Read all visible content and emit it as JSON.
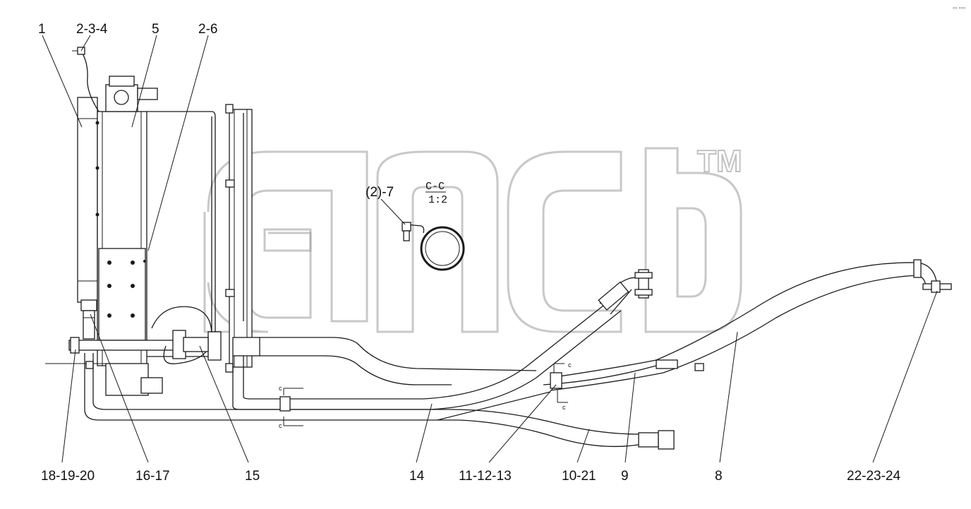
{
  "callouts": [
    {
      "id": "c1",
      "text": "1"
    },
    {
      "id": "c234",
      "text": "2-3-4"
    },
    {
      "id": "c5",
      "text": "5"
    },
    {
      "id": "c26",
      "text": "2-6"
    },
    {
      "id": "c181920",
      "text": "18-19-20"
    },
    {
      "id": "c1617",
      "text": "16-17"
    },
    {
      "id": "c15",
      "text": "15"
    },
    {
      "id": "c14",
      "text": "14"
    },
    {
      "id": "c111213",
      "text": "11-12-13"
    },
    {
      "id": "c1021",
      "text": "10-21"
    },
    {
      "id": "c9",
      "text": "9"
    },
    {
      "id": "c8",
      "text": "8"
    },
    {
      "id": "c222324",
      "text": "22-23-24"
    },
    {
      "id": "c27",
      "text": "(2)-7"
    }
  ],
  "section_view": {
    "title": "C-C",
    "scale": "1:2"
  },
  "section_markers": {
    "letter": "c"
  },
  "watermark": {
    "text": "TM"
  },
  "corner_mark": "°° °°°"
}
